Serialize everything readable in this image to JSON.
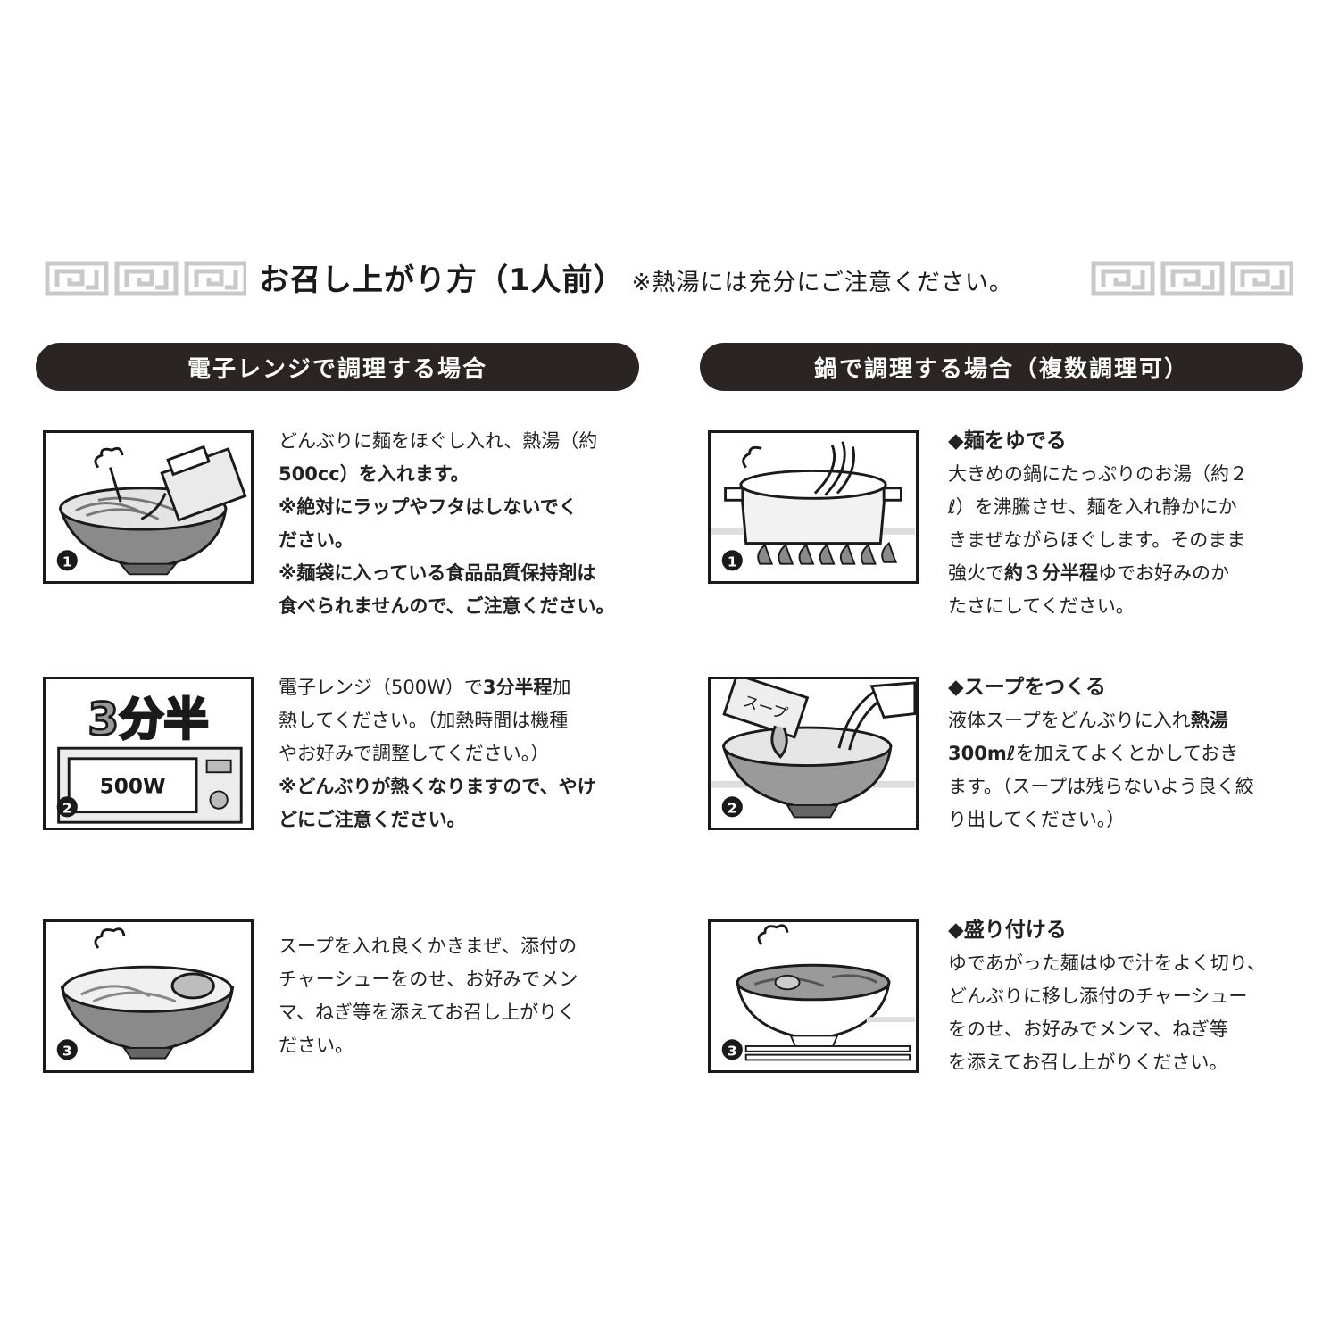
{
  "header": {
    "title": "お召し上がり方（1人前）",
    "note": "※熱湯には充分にご注意ください。"
  },
  "microwave": {
    "heading": "電子レンジで調理する場合",
    "steps": [
      {
        "number": "1",
        "lines": [
          "どんぶりに麺をほぐし入れ、熱湯（約",
          "500cc）を入れます。",
          "※絶対にラップやフタはしないでく",
          "ださい。",
          "※麺袋に入っている食品品質保持剤は",
          "食べられませんので、ご注意ください。"
        ]
      },
      {
        "number": "2",
        "badge": "3分半",
        "oven_label": "500W",
        "lines": [
          "電子レンジ（500W）で",
          "3分半程",
          "加",
          "熱してください。（加熱時間は機種",
          "やお好みで調整してください。）",
          "※どんぶりが熱くなりますので、やけ",
          "どにご注意ください。"
        ]
      },
      {
        "number": "3",
        "lines": [
          "スープを入れ良くかきまぜ、添付の",
          "チャーシューをのせ、お好みでメン",
          "マ、ねぎ等を添えてお召し上がりく",
          "ださい。"
        ]
      }
    ]
  },
  "pot": {
    "heading": "鍋で調理する場合（複数調理可）",
    "steps": [
      {
        "number": "1",
        "title": "◆麺をゆでる",
        "lines": [
          "大きめの鍋にたっぷりのお湯（約２",
          "ℓ）を沸騰させ、麺を入れ静かにか",
          "きまぜながらほぐします。そのまま",
          "強火で",
          "約３分半程",
          "ゆでお好みのか",
          "たさにしてください。"
        ]
      },
      {
        "number": "2",
        "title": "◆スープをつくる",
        "packet_label": "スープ",
        "lines": [
          "液体スープをどんぶりに入れ",
          "熱湯",
          "300mℓ",
          "を加えてよくとかしておき",
          "ます。（スープは残らないよう良く絞",
          "り出してください。）"
        ]
      },
      {
        "number": "3",
        "title": "◆盛り付ける",
        "lines": [
          "ゆであがった麺はゆで汁をよく切り、",
          "どんぶりに移し添付のチャーシュー",
          "をのせ、お好みでメンマ、ねぎ等",
          "を添えてお召し上がりください。"
        ]
      }
    ]
  }
}
